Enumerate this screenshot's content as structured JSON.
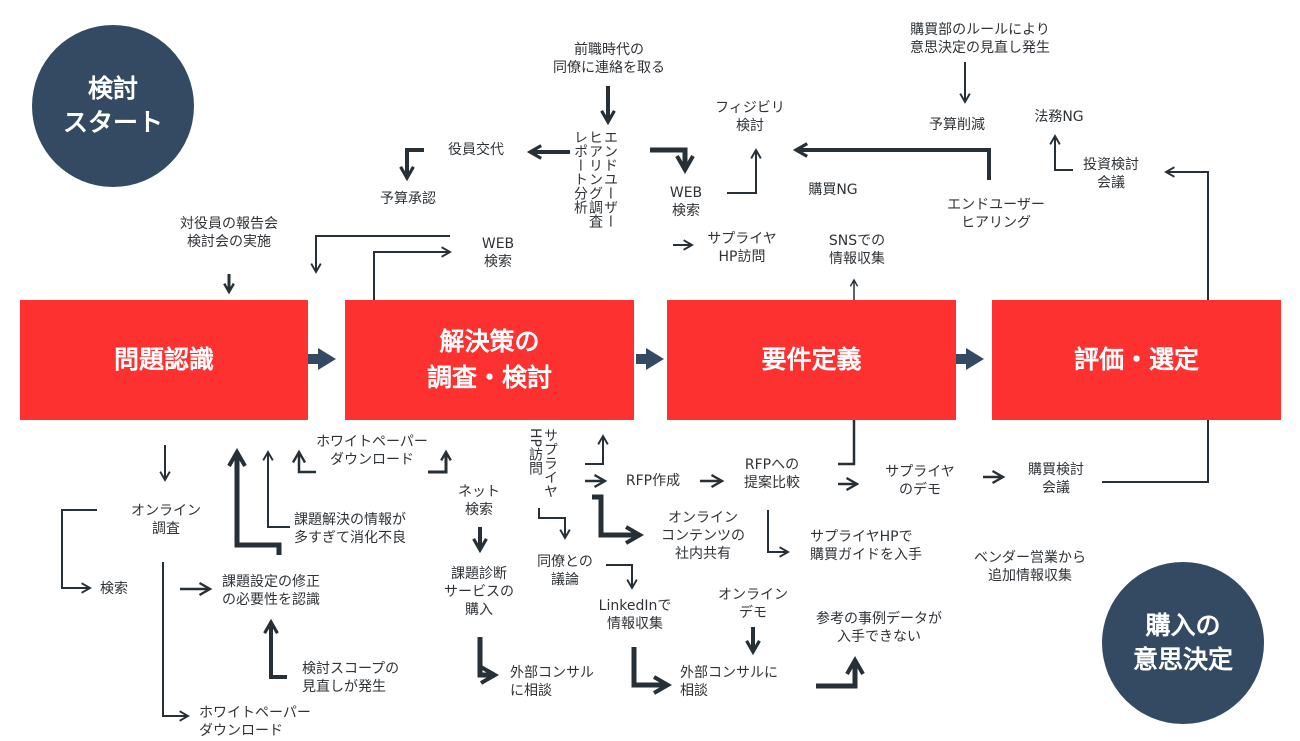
{
  "colors": {
    "stage": "#fe3131",
    "circle": "#344a62",
    "arrow": "#263036",
    "stage_arrow": "#344a62"
  },
  "start_circle": "検討\nスタート",
  "end_circle": "購入の\n意思決定",
  "stages": [
    {
      "label": "問題認識"
    },
    {
      "label": "解決策の\n調査・検討"
    },
    {
      "label": "要件定義"
    },
    {
      "label": "評価・選定"
    }
  ],
  "top_labels": {
    "report_meeting": "対役員の報告会\n検討会の実施",
    "budget_approval": "予算承認",
    "exec_change": "役員交代",
    "web_search_1": "WEB\n検索",
    "former_colleague": "前職時代の\n同僚に連絡を取る",
    "enduser_report": "エンドユーザー\nヒアリング調査\nレポート分析",
    "web_search_2": "WEB\n検索",
    "supplier_hp": "サプライヤ\nHP訪問",
    "feasibility": "フィジビリ\n検討",
    "purchase_ng": "購買NG",
    "sns": "SNSでの\n情報収集",
    "purchasing_rule": "購買部のルールにより\n意思決定の見直し発生",
    "budget_cut": "予算削減",
    "enduser_hearing": "エンドユーザー\nヒアリング",
    "legal_ng": "法務NG",
    "investment_meeting": "投資検討\n会議"
  },
  "bottom_labels": {
    "online_research": "オンライン\n調査",
    "search": "検索",
    "whitepaper_1": "ホワイトペーパー\nダウンロード",
    "whitepaper_2": "ホワイトペーパー\nダウンロード",
    "info_overload": "課題解決の情報が\n多すぎて消化不良",
    "issue_fix": "課題設定の修正\nの必要性を認識",
    "scope_review": "検討スコープの\n見直しが発生",
    "net_search": "ネット\n検索",
    "diagnosis": "課題診断\nサービスの\n購入",
    "consult_1": "外部コンサル\nに相談",
    "supplier_hp_visit": "サプライヤ\nHP訪問",
    "colleague_discussion": "同僚との\n議論",
    "linkedin": "LinkedInで\n情報収集",
    "rfp_create": "RFP作成",
    "online_content": "オンライン\nコンテンツの\n社内共有",
    "rfp_compare": "RFPへの\n提案比較",
    "supplier_guide": "サプライヤHPで\n購買ガイドを入手",
    "online_demo": "オンライン\nデモ",
    "consult_2": "外部コンサルに\n相談",
    "case_data": "参考の事例データが\n入手できない",
    "supplier_demo": "サプライヤ\nのデモ",
    "purchase_meeting": "購買検討\n会議",
    "vendor_sales": "ベンダー営業から\n追加情報収集"
  }
}
